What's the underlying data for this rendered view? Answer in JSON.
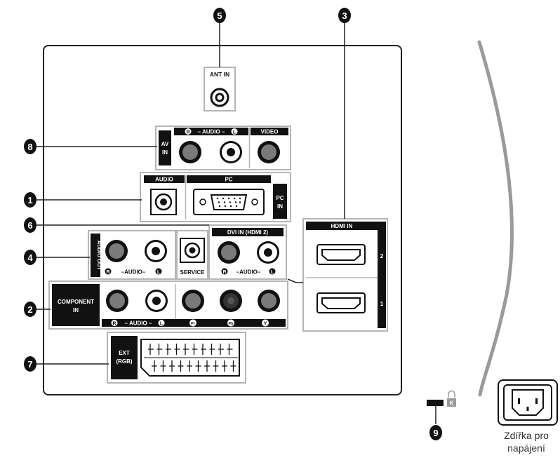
{
  "callouts": {
    "c1": "1",
    "c2": "2",
    "c3": "3",
    "c4": "4",
    "c5": "5",
    "c6": "6",
    "c7": "7",
    "c8": "8",
    "c9": "9"
  },
  "panel": {
    "ant_in": "ANT IN",
    "av_in": {
      "side_label_1": "AV",
      "side_label_2": "IN",
      "audio_header": "– AUDIO –",
      "audio_header_r": "R",
      "audio_header_l": "L",
      "video_header": "VIDEO"
    },
    "pc_in": {
      "audio_header": "AUDIO",
      "pc_header": "PC",
      "side_label_1": "PC",
      "side_label_2": "IN"
    },
    "hdmi_in": {
      "header": "HDMI IN",
      "port_2": "2",
      "port_1": "1"
    },
    "audio_out": {
      "side_label": "AUDIO OUT",
      "footer": "–AUDIO–",
      "footer_r": "R",
      "footer_l": "L"
    },
    "service": "SERVICE",
    "dvi_in": {
      "header": "DVI IN (HDMI 2)",
      "footer": "–AUDIO–",
      "footer_r": "R",
      "footer_l": "L"
    },
    "component_in": {
      "side_label_1": "COMPONENT",
      "side_label_2": "IN",
      "audio_footer": "– AUDIO –",
      "audio_footer_r": "R",
      "audio_footer_l": "L",
      "pr": "Pr",
      "pb": "Pb",
      "y": "Y"
    },
    "ext_rgb": {
      "label_1": "EXT",
      "label_2": "(RGB)"
    }
  },
  "lock": {
    "k": "K"
  },
  "power": {
    "caption_1": "Zdířka pro",
    "caption_2": "napájení"
  },
  "colors": {
    "outline": "#222222",
    "border_gray": "#b5b5b5",
    "label_black": "#111111",
    "jack_gray": "#7a7a7a",
    "cable_gray": "#9a9a9a"
  }
}
